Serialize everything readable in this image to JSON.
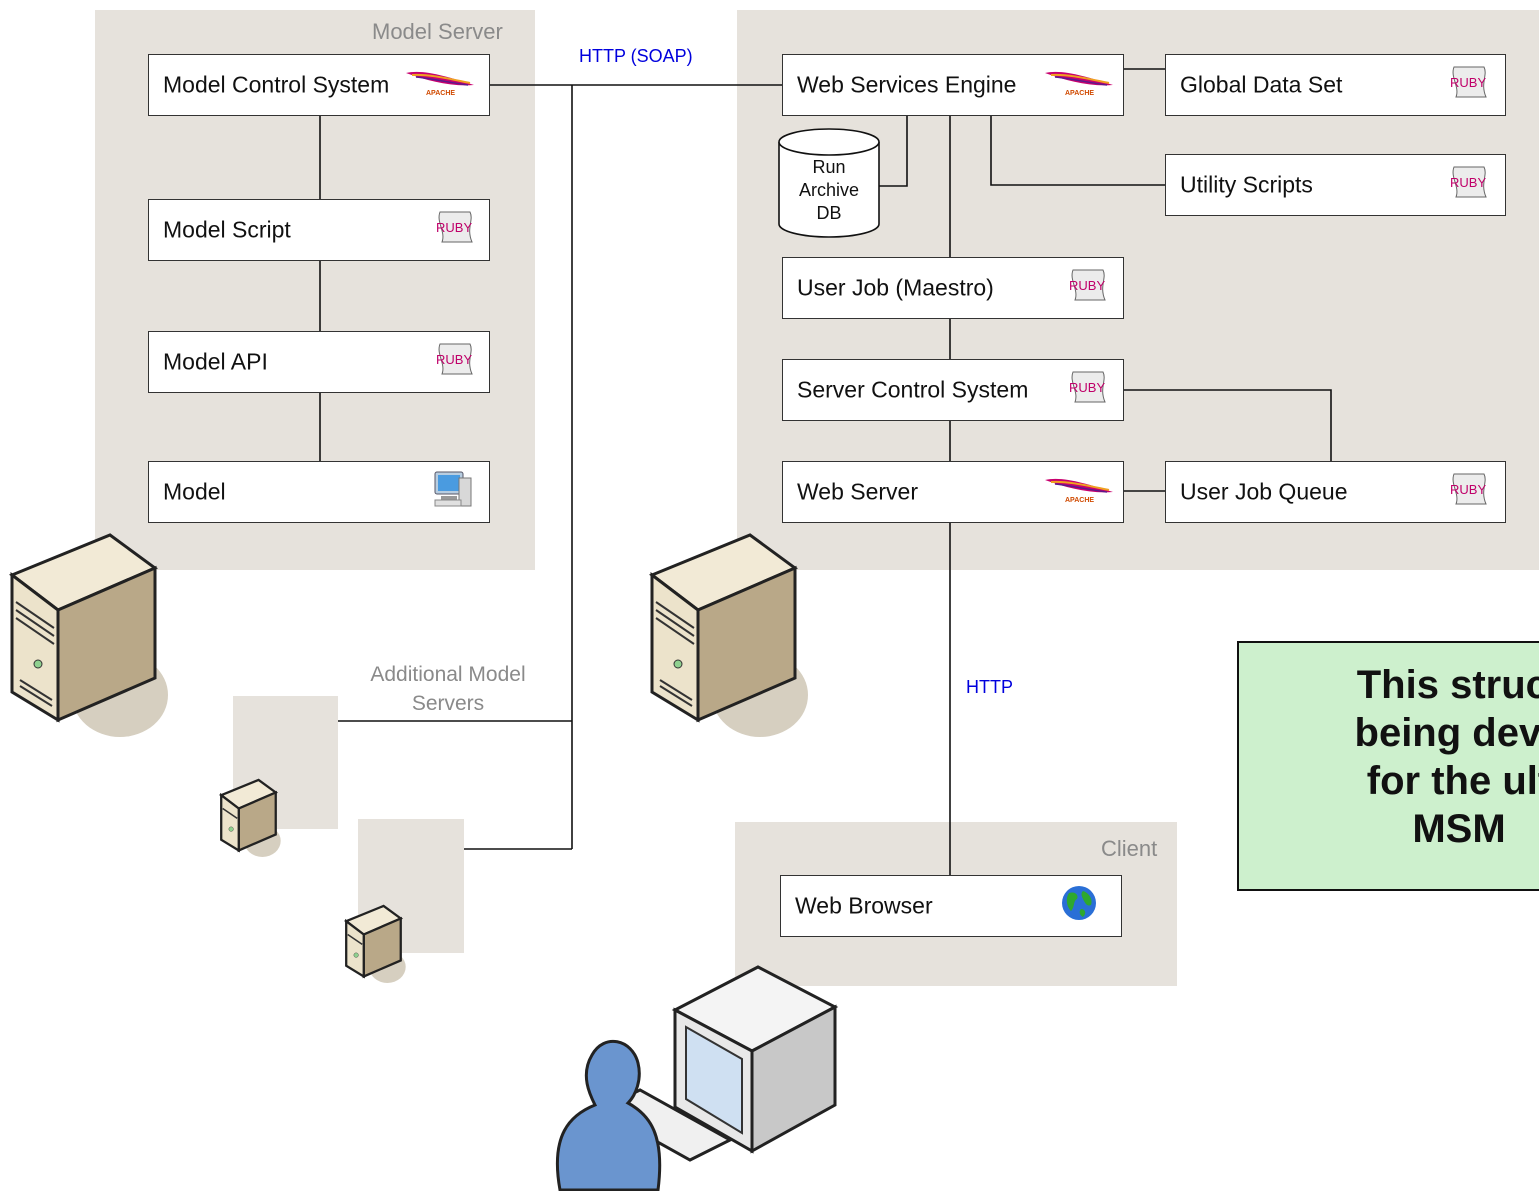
{
  "regions": {
    "model_server": "Model Server",
    "client": "Client",
    "additional_model_servers": "Additional Model Servers"
  },
  "model_server_boxes": {
    "control": "Model Control System",
    "script": "Model Script",
    "api": "Model API",
    "model": "Model"
  },
  "web_server_boxes": {
    "engine": "Web Services Engine",
    "global_data": "Global Data Set",
    "utility": "Utility Scripts",
    "user_job": "User Job (Maestro)",
    "server_control": "Server Control System",
    "web_server": "Web Server",
    "job_queue": "User Job Queue"
  },
  "database": {
    "line1": "Run",
    "line2": "Archive",
    "line3": "DB"
  },
  "client_box": {
    "browser": "Web Browser"
  },
  "protocols": {
    "soap": "HTTP (SOAP)",
    "http": "HTTP"
  },
  "icon_text": {
    "ruby": "RUBY",
    "apache": "APACHE"
  },
  "callout": {
    "line1": "This struct",
    "line2": "being deve",
    "line3": "for the ult",
    "line4": "MSM"
  },
  "colors": {
    "region_bg": "#e6e2dc",
    "callout_bg": "#cdf0cd",
    "protocol_text": "#0000dd",
    "ruby": "#c0006a"
  }
}
